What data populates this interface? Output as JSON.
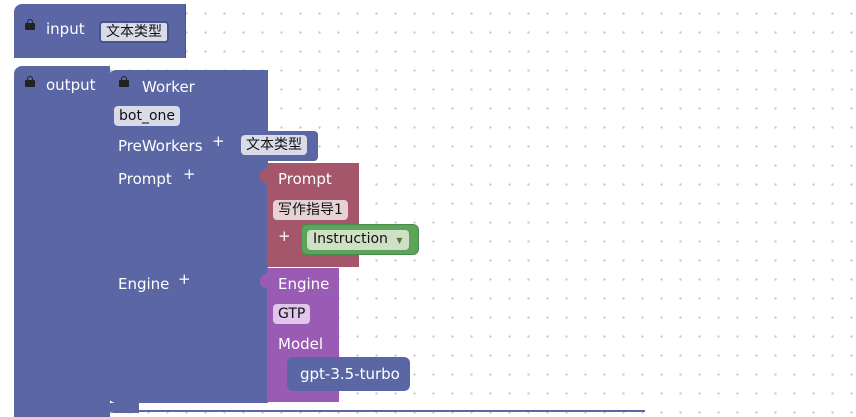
{
  "canvas": {
    "input_block": {
      "label": "input",
      "value": "文本类型"
    },
    "output_block": {
      "label": "output"
    },
    "worker_block": {
      "title": "Worker",
      "name": "bot_one",
      "preworkers_label": "PreWorkers",
      "preworkers_value": "文本类型",
      "prompt_label": "Prompt",
      "engine_label": "Engine"
    },
    "prompt_block": {
      "title": "Prompt",
      "name": "写作指导1",
      "instruction_label": "Instruction"
    },
    "engine_block": {
      "title": "Engine",
      "name": "GTP",
      "model_label": "Model",
      "model_value": "gpt-3.5-turbo"
    }
  },
  "colors": {
    "blue_block": "#5b67a5",
    "prompt_block": "#a5566a",
    "instruction_block": "#5ba55b",
    "engine_block": "#9a5bb5"
  },
  "icons": {
    "block_icon": "gear-icon",
    "add_icon": "plus-icon",
    "dropdown_icon": "dropdown-arrow-icon"
  }
}
